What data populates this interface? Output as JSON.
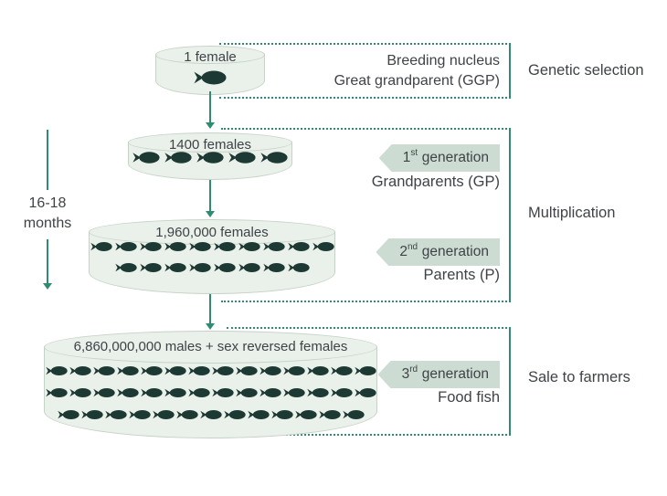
{
  "colors": {
    "teal": "#2f8c72",
    "fish": "#1d3934",
    "tag_bg": "#cddcd2",
    "cyl_fill": "#eaf0ea",
    "cyl_stroke": "#c6d2c7",
    "text": "#3f4347"
  },
  "timeline": {
    "line1": "16-18",
    "line2": "months"
  },
  "tiers": [
    {
      "name": "great-grandparent",
      "cylinder_label": "1 female",
      "fish_rows": [
        1
      ],
      "annotation_line1": "Breeding nucleus",
      "annotation_line2": "Great grandparent (GGP)"
    },
    {
      "name": "grandparents",
      "cylinder_label": "1400 females",
      "fish_rows": [
        5
      ],
      "generation_tag": {
        "base": "1",
        "sup": "st",
        "rest": "generation"
      },
      "subtitle": "Grandparents (GP)"
    },
    {
      "name": "parents",
      "cylinder_label": "1,960,000 females",
      "fish_rows": [
        10,
        8
      ],
      "generation_tag": {
        "base": "2",
        "sup": "nd",
        "rest": "generation"
      },
      "subtitle": "Parents (P)"
    },
    {
      "name": "food-fish",
      "cylinder_label": "6,860,000,000 males + sex reversed females",
      "fish_rows": [
        14,
        14,
        13
      ],
      "generation_tag": {
        "base": "3",
        "sup": "rd",
        "rest": "generation"
      },
      "subtitle": "Food fish"
    }
  ],
  "sections": [
    {
      "label": "Genetic selection"
    },
    {
      "label": "Multiplication"
    },
    {
      "label": "Sale to farmers"
    }
  ]
}
